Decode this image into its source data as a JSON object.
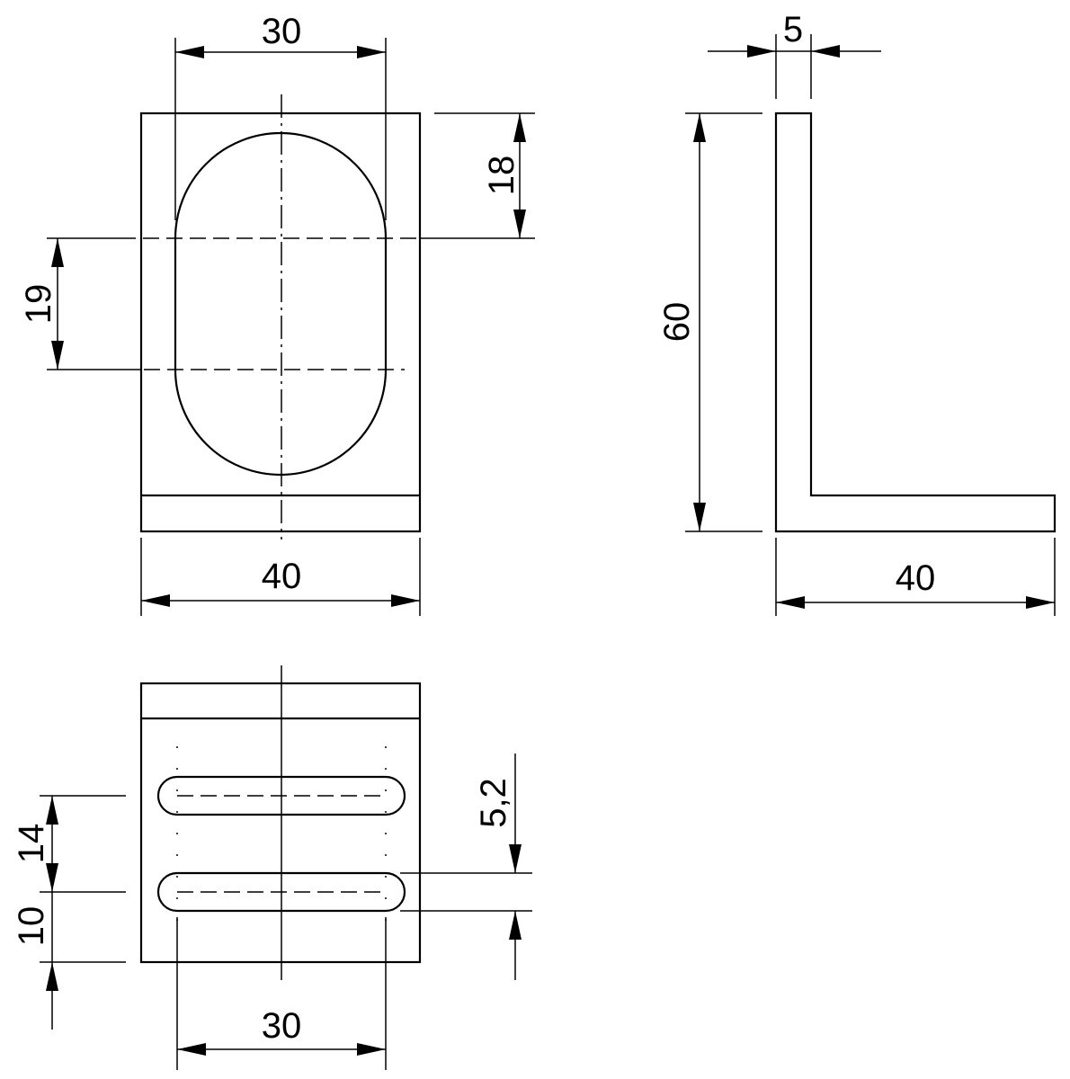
{
  "drawing": {
    "front_view": {
      "dim_slot_width": "30",
      "dim_top_to_center": "18",
      "dim_center_spacing": "19",
      "dim_width": "40"
    },
    "side_view": {
      "dim_thickness": "5",
      "dim_height": "60",
      "dim_depth": "40"
    },
    "bottom_view": {
      "dim_slot_pitch": "14",
      "dim_edge_to_slot": "10",
      "dim_slot_width": "5,2",
      "dim_slot_length": "30"
    }
  }
}
